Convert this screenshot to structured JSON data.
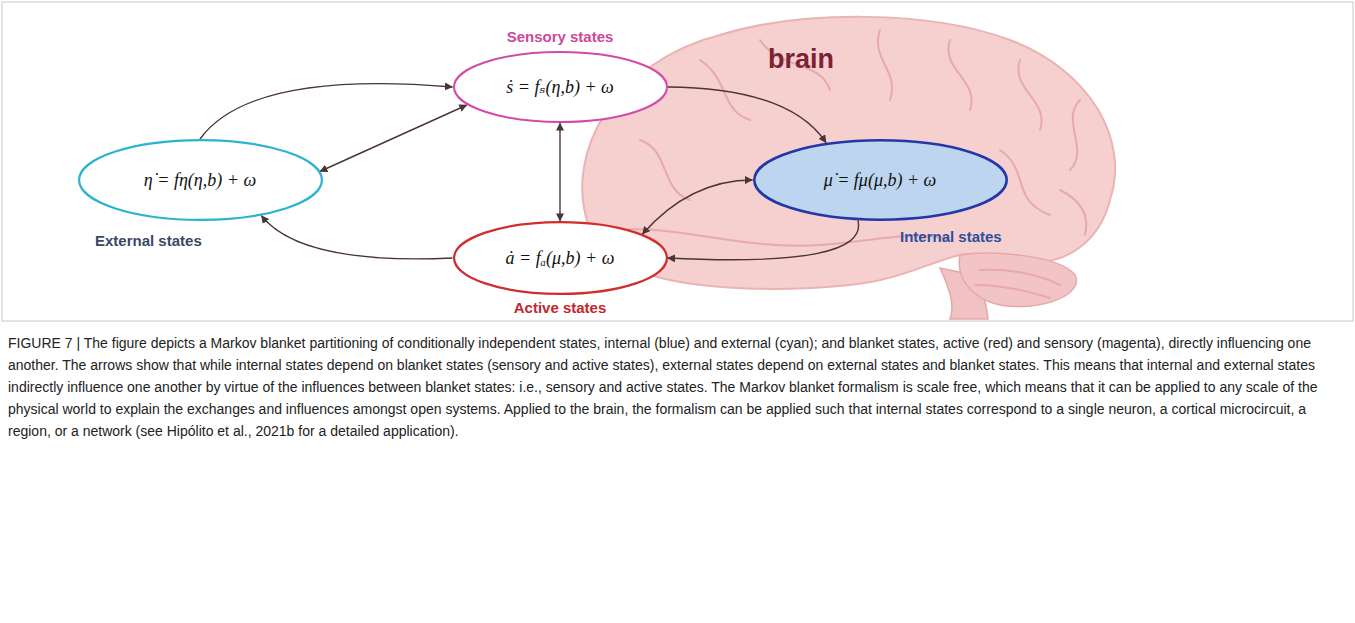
{
  "diagram": {
    "caption": "FIGURE 7 | The figure depicts a Markov blanket partitioning of conditionally independent states, internal (blue) and external (cyan); and blanket states, active (red) and sensory (magenta), directly influencing one another. The arrows show that while internal states depend on blanket states (sensory and active states), external states depend on external states and blanket states. This means that internal and external states indirectly influence one another by virtue of the influences between blanket states: i.e., sensory and active states. The Markov blanket formalism is scale free, which means that it can be applied to any scale of the physical world to explain the exchanges and influences amongst open systems. Applied to the brain, the formalism can be applied such that internal states correspond to a single neuron, a cortical microcircuit, a region, or a network (see Hipólito et al., 2021b for a detailed application).",
    "nodes": [
      {
        "text": [
          "Sensory states",
          "ṡ = fₛ(η,b) + ω"
        ]
      },
      {
        "text": [
          "External states",
          "η̇ = fη(η,b) + ω"
        ]
      },
      {
        "text": [
          "Internal states",
          "μ̇ = fμ(μ,b) + ω"
        ]
      },
      {
        "text": [
          "Active states",
          "ȧ = fₐ(μ,b) + ω"
        ]
      }
    ],
    "edges": [
      {
        "from": 1,
        "to": 0,
        "arrow": "to"
      },
      {
        "from": 0,
        "to": 1,
        "arrow": "both"
      },
      {
        "from": 0,
        "to": 3,
        "arrow": "both"
      },
      {
        "from": 0,
        "to": 2,
        "arrow": "to"
      },
      {
        "from": 3,
        "to": 2,
        "arrow": "both"
      },
      {
        "from": 2,
        "to": 3,
        "arrow": "to"
      },
      {
        "from": 3,
        "to": 1,
        "arrow": "to"
      }
    ],
    "labels": [
      "brain"
    ]
  }
}
